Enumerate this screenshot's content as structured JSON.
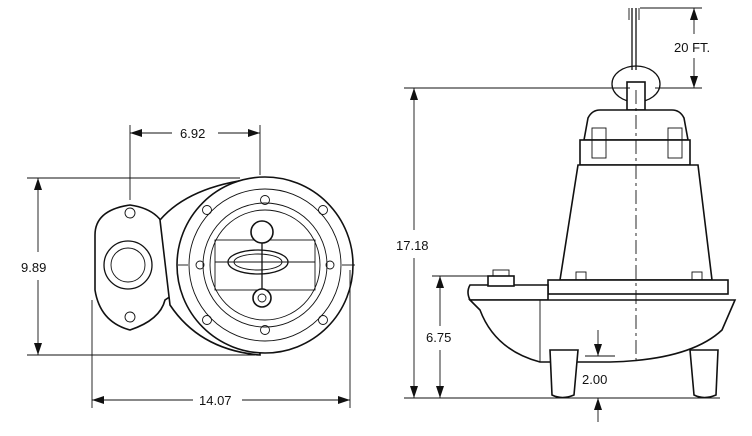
{
  "dimensions": {
    "bolt_spacing": "6.92",
    "plan_height": "9.89",
    "plan_width": "14.07",
    "cord_length": "20 FT.",
    "overall_height": "17.18",
    "discharge_height": "6.75",
    "leg_height": "2.00"
  },
  "icons": {
    "pump_plan_view": "pump-top-view-icon",
    "pump_side_view": "pump-side-elevation-icon"
  },
  "colors": {
    "line": "#111111",
    "background": "#ffffff"
  }
}
